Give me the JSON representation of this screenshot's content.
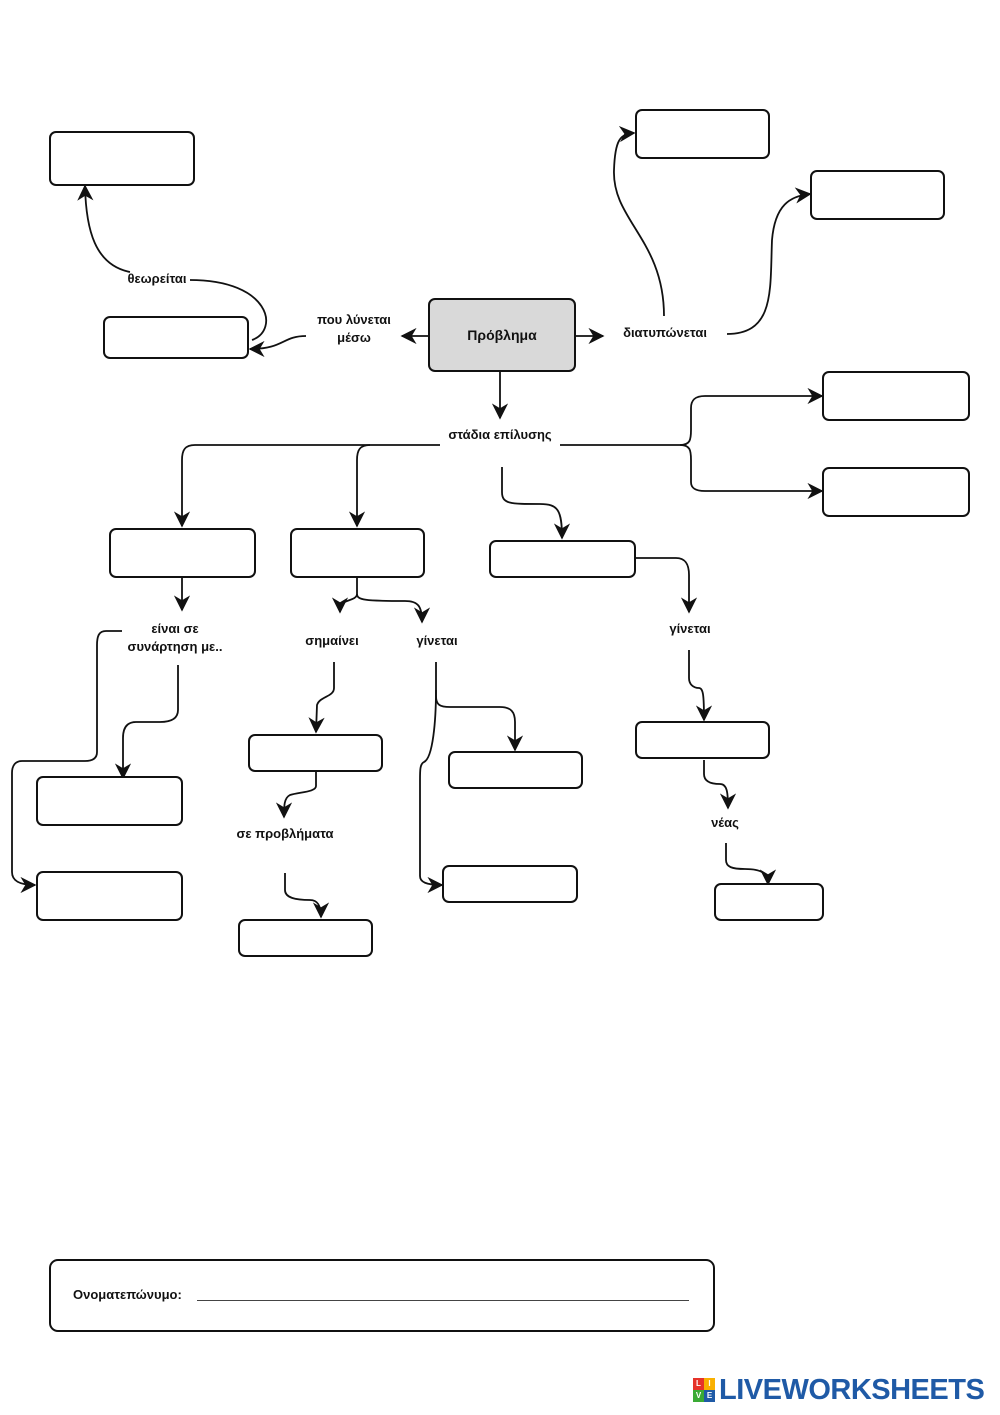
{
  "center_box": {
    "label": "Πρόβλημα"
  },
  "labels": {
    "solved_via": "που λύνεται\nμέσω",
    "considered": "θεωρείται",
    "formulated": "διατυπώνεται",
    "stages": "στάδια επίλυσης",
    "depends_on": "είναι σε\nσυνάρτηση με..",
    "means": "σημαίνει",
    "becomes_1": "γίνεται",
    "becomes_2": "γίνεται",
    "in_problems": "σε προβλήματα",
    "new": "νέας"
  },
  "footer": {
    "name_label": "Ονοματεπώνυμο:"
  },
  "brand": {
    "logo_letters": [
      "L",
      "I",
      "V",
      "E"
    ],
    "text": "LIVEWORKSHEETS",
    "colors": [
      "#e6332a",
      "#f9b000",
      "#3aaa35",
      "#1f5aa6"
    ]
  }
}
